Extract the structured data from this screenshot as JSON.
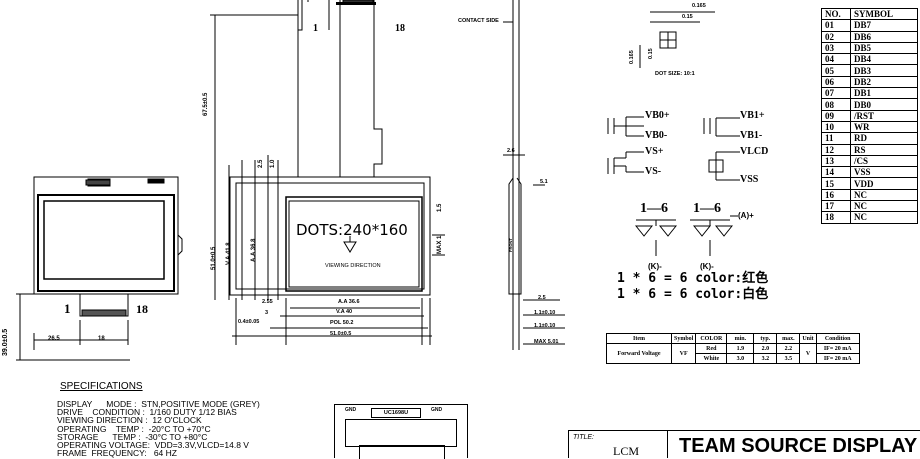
{
  "left_view": {
    "pin_first": "1",
    "pin_last": "18",
    "dim_height": "39.0±0.5",
    "dim_bottom_a": "26.5",
    "dim_bottom_b": "18"
  },
  "front_view": {
    "dots_label": "DOTS:240*160",
    "viewing_direction": "VIEWING DIRECTION",
    "pin_first": "1",
    "pin_last": "18",
    "dim_top_vertical": "67.5±0.5",
    "dim_left_a": "51.0±0.5",
    "dim_left_b": "V.A 41.8",
    "dim_left_c": "A.A 36.8",
    "dim_small_a": "2.5",
    "dim_small_b": "1.0",
    "dim_bottom_1": "A.A 36.6",
    "dim_bottom_2": "V.A 40",
    "dim_bottom_3": "POL 50.2",
    "dim_bottom_4": "51.0±0.5",
    "dim_side_a": "2.55",
    "dim_side_b": "3",
    "dim_side_c": "0.4±0.05",
    "dim_side_d": "1.5",
    "dim_right": "MAX 1"
  },
  "side_view": {
    "contact_side": "CONTACT SIDE",
    "front_label": "FRONT",
    "dim_a": "2.6",
    "dim_b": "5.1",
    "dim_c": "2.5",
    "dim_d": "1.1±0.10",
    "dim_e": "1.1±0.10",
    "dim_max": "MAX 5.01"
  },
  "dot_detail": {
    "dim_a": "0.165",
    "dim_b": "0.15",
    "dim_c": "0.165",
    "dim_d": "0.15",
    "caption": "DOT SIZE: 10:1"
  },
  "power": {
    "vb0p": "VB0+",
    "vb0m": "VB0-",
    "vsp": "VS+",
    "vsm": "VS-",
    "vb1p": "VB1+",
    "vb1m": "VB1-",
    "vlcd": "VLCD",
    "vss": "VSS"
  },
  "led": {
    "group_a": "1—6",
    "group_b": "1—6",
    "anode": "(A)+",
    "k_a": "(K)-",
    "k_b": "(K)-",
    "line1": "1 * 6 = 6 color:红色",
    "line2": "1 * 6 = 6 color:白色"
  },
  "led_table": {
    "headers": [
      "Item",
      "Symbol",
      "COLOR",
      "min.",
      "typ.",
      "max.",
      "Unit",
      "Condition"
    ],
    "item": "Forward Voltage",
    "symbol": "VF",
    "unit": "V",
    "rows": [
      {
        "color": "Red",
        "min": "1.9",
        "typ": "2.0",
        "max": "2.2",
        "cond": "IF= 20 mA"
      },
      {
        "color": "White",
        "min": "3.0",
        "typ": "3.2",
        "max": "3.5",
        "cond": "IF= 20 mA"
      }
    ]
  },
  "pin_table": {
    "headers": [
      "NO.",
      "SYMBOL"
    ],
    "rows": [
      [
        "01",
        "DB7"
      ],
      [
        "02",
        "DB6"
      ],
      [
        "03",
        "DB5"
      ],
      [
        "04",
        "DB4"
      ],
      [
        "05",
        "DB3"
      ],
      [
        "06",
        "DB2"
      ],
      [
        "07",
        "DB1"
      ],
      [
        "08",
        "DB0"
      ],
      [
        "09",
        "/RST"
      ],
      [
        "10",
        "WR"
      ],
      [
        "11",
        "RD"
      ],
      [
        "12",
        "RS"
      ],
      [
        "13",
        "/CS"
      ],
      [
        "14",
        "VSS"
      ],
      [
        "15",
        "VDD"
      ],
      [
        "16",
        "NC"
      ],
      [
        "17",
        "NC"
      ],
      [
        "18",
        "NC"
      ]
    ]
  },
  "specs": {
    "heading": "SPECIFICATIONS",
    "lines": [
      "DISPLAY      MODE :  STN,POSITIVE MODE (GREY)",
      "DRIVE    CONDITION :  1/160 DUTY 1/12 BIAS",
      "VIEWING DIRECTION :  12 O'CLOCK",
      "OPERATING    TEMP :  -20°C TO +70°C",
      "STORAGE      TEMP :  -30°C TO +80°C",
      "OPERATING VOLTAGE:  VDD=3.3V,VLCD=14.8 V",
      "FRAME  FREQUENCY:   64 HZ"
    ]
  },
  "chip": {
    "label": "UC1698U",
    "pad_a": "GND",
    "pad_b": "GND"
  },
  "title_block": {
    "title_label": "TITLE:",
    "lcm": "LCM",
    "company": "TEAM SOURCE DISPLAY"
  }
}
